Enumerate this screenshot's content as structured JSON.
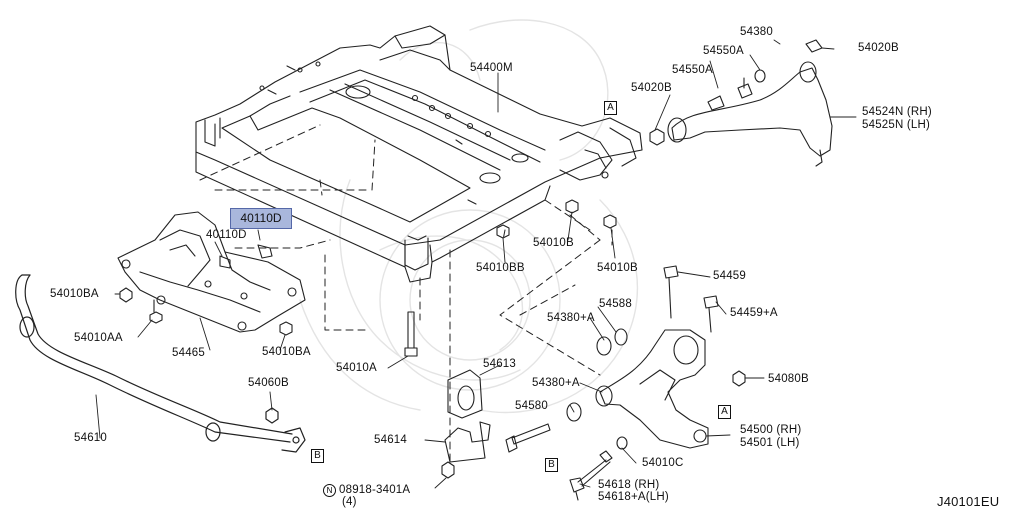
{
  "diagram": {
    "highlighted_part": "40110D",
    "parts": [
      {
        "id": "54400m",
        "code": "54400M"
      },
      {
        "id": "54380",
        "code": "54380"
      },
      {
        "id": "54550a-1",
        "code": "54550A"
      },
      {
        "id": "54550a-2",
        "code": "54550A"
      },
      {
        "id": "54020b-1",
        "code": "54020B"
      },
      {
        "id": "54020b-2",
        "code": "54020B"
      },
      {
        "id": "54524n",
        "code": "54524N (RH)"
      },
      {
        "id": "54525n",
        "code": "54525N (LH)"
      },
      {
        "id": "40110d",
        "code": "40110D"
      },
      {
        "id": "54010b-1",
        "code": "54010B"
      },
      {
        "id": "54010b-2",
        "code": "54010B"
      },
      {
        "id": "54010bb",
        "code": "54010BB"
      },
      {
        "id": "54010ba-1",
        "code": "54010BA"
      },
      {
        "id": "54010ba-2",
        "code": "54010BA"
      },
      {
        "id": "54010aa",
        "code": "54010AA"
      },
      {
        "id": "54465",
        "code": "54465"
      },
      {
        "id": "54459",
        "code": "54459"
      },
      {
        "id": "54588",
        "code": "54588"
      },
      {
        "id": "54380a-1",
        "code": "54380+A"
      },
      {
        "id": "54459a",
        "code": "54459+A"
      },
      {
        "id": "54010a",
        "code": "54010A"
      },
      {
        "id": "54613",
        "code": "54613"
      },
      {
        "id": "54380a-2",
        "code": "54380+A"
      },
      {
        "id": "54080b",
        "code": "54080B"
      },
      {
        "id": "54060b",
        "code": "54060B"
      },
      {
        "id": "54580",
        "code": "54580"
      },
      {
        "id": "54610",
        "code": "54610"
      },
      {
        "id": "54614",
        "code": "54614"
      },
      {
        "id": "54500",
        "code": "54500 (RH)"
      },
      {
        "id": "54501",
        "code": "54501 (LH)"
      },
      {
        "id": "54010c",
        "code": "54010C"
      },
      {
        "id": "54618",
        "code": "54618 (RH)"
      },
      {
        "id": "54618a",
        "code": "54618+A(LH)"
      },
      {
        "id": "08918",
        "code": "08918-3401A"
      },
      {
        "id": "08918-qty",
        "code": "(4)"
      }
    ],
    "callouts": {
      "a": "A",
      "b": "B",
      "n": "N"
    },
    "diagram_code": "J40101EU"
  }
}
